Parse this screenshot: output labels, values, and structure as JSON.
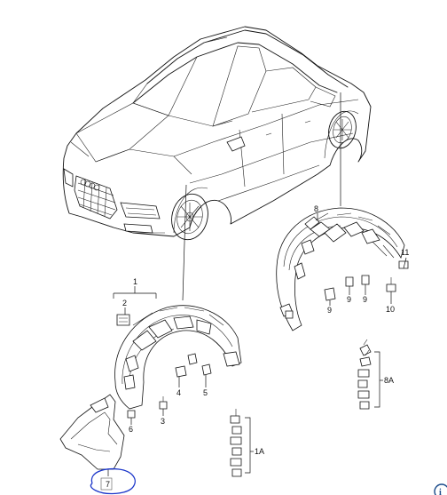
{
  "callouts": {
    "c1": "1",
    "c2": "2",
    "c3": "3",
    "c4": "4",
    "c5": "5",
    "c6": "6",
    "c7": "7",
    "c8": "8",
    "c9a": "9",
    "c9b": "9",
    "c9c": "9",
    "c10": "10",
    "c11": "11",
    "c8A": "8A",
    "c1A": "1A"
  },
  "highlight_color": "#1a35c9",
  "corner_icon": "info-circle-icon"
}
